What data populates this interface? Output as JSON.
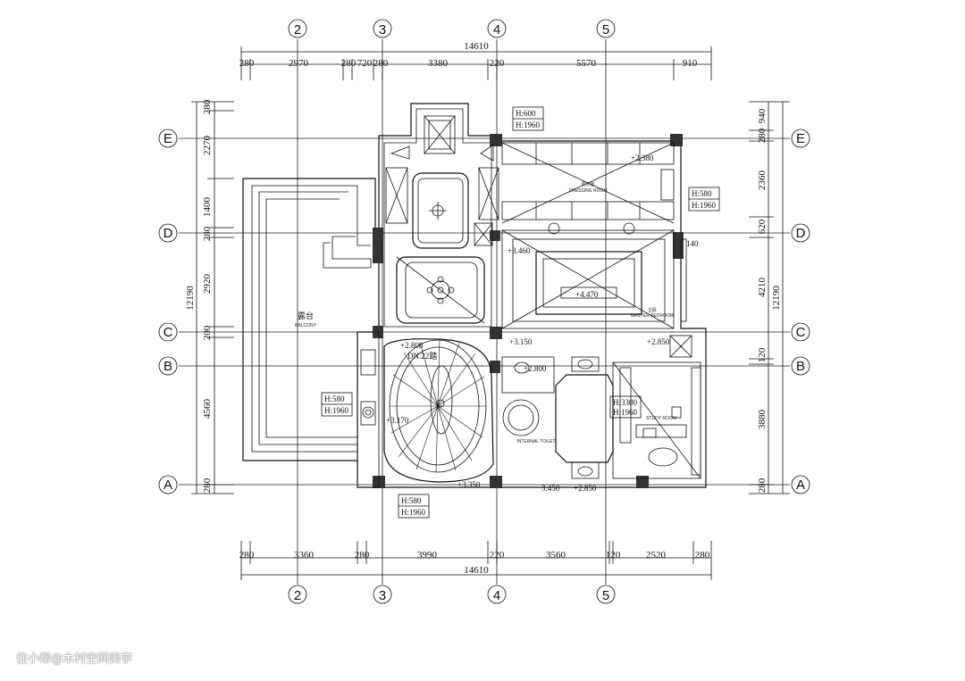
{
  "grid": {
    "columns": [
      "2",
      "3",
      "4",
      "5"
    ],
    "rows": [
      "E",
      "D",
      "C",
      "B",
      "A"
    ]
  },
  "dims": {
    "top_total": "14610",
    "top_segments": [
      "280",
      "2970",
      "280",
      "720",
      "280",
      "3380",
      "220",
      "5570",
      "910"
    ],
    "bottom_total": "14610",
    "bottom_segments": [
      "280",
      "3360",
      "280",
      "3990",
      "220",
      "3560",
      "120",
      "2520",
      "280"
    ],
    "left_total": "12190",
    "left_segments": [
      "280",
      "2270",
      "1400",
      "280",
      "2920",
      "200",
      "4560",
      "280"
    ],
    "right_total": "12190",
    "right_segments": [
      "940",
      "280",
      "2360",
      "620",
      "4210",
      "120",
      "3880",
      "280"
    ]
  },
  "labels": {
    "balcony": "露台",
    "balcony_en": "BALCONY",
    "dressing": "更衣室",
    "dressing_en": "DRESSING ROOM",
    "master_en": "MASTER BEDROOM",
    "master": "主卧",
    "internal_en": "INTERNAL TOILET",
    "study_en": "STUDY ROOM",
    "stair_note": "DN.22踏"
  },
  "heights": {
    "h600": "H:600",
    "h1960": "H:1960",
    "h580": "H:580",
    "h3300": "H:3300"
  },
  "elevations": {
    "e1": "+2.380",
    "e2": "+3.460",
    "e3": "+4.470",
    "e4": "+3.150",
    "e5": "+2.800",
    "e6": "+2.800",
    "e7": "+2.850",
    "e8": "+3.350",
    "e9": "+2.850",
    "e10": "3.450",
    "e11": "+3.170",
    "e12": "140"
  },
  "watermark": "住小帮@木村空间美学"
}
